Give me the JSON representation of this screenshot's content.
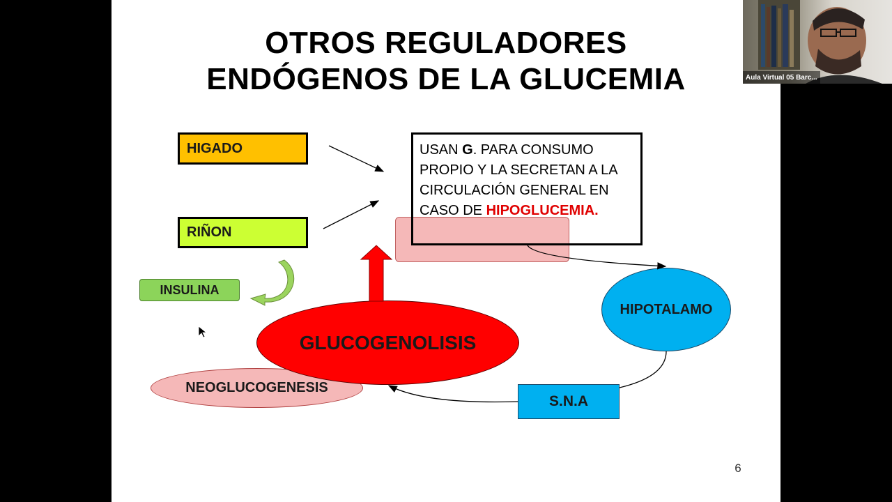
{
  "slide": {
    "title_line1": "OTROS REGULADORES",
    "title_line2": "ENDÓGENOS DE LA GLUCEMIA",
    "page_number": "6",
    "higado": "HIGADO",
    "rinon": "RIÑON",
    "insulina": "INSULINA",
    "usan_text_a": "USAN ",
    "usan_bold_g": "G",
    "usan_text_b": ". PARA CONSUMO PROPIO Y LA SECRETAN A LA CIRCULACIÓN GENERAL EN CASO DE ",
    "usan_highlight": "HIPOGLUCEMIA.",
    "hipotalamo": "HIPOTALAMO",
    "sna": "S.N.A",
    "glucogenolisis": "GLUCOGENOLISIS",
    "neoglucogenesis": "NEOGLUCOGENESIS"
  },
  "video": {
    "participant_label": "Aula Virtual 05 Barc..."
  },
  "colors": {
    "higado": "#FFC000",
    "rinon": "#CCFF33",
    "insulina": "#8CD45A",
    "hipotalamo": "#00B0F0",
    "glucogenolisis": "#FF0000",
    "neoglucogenesis": "#F5B8B8",
    "highlight": "#E00000"
  }
}
